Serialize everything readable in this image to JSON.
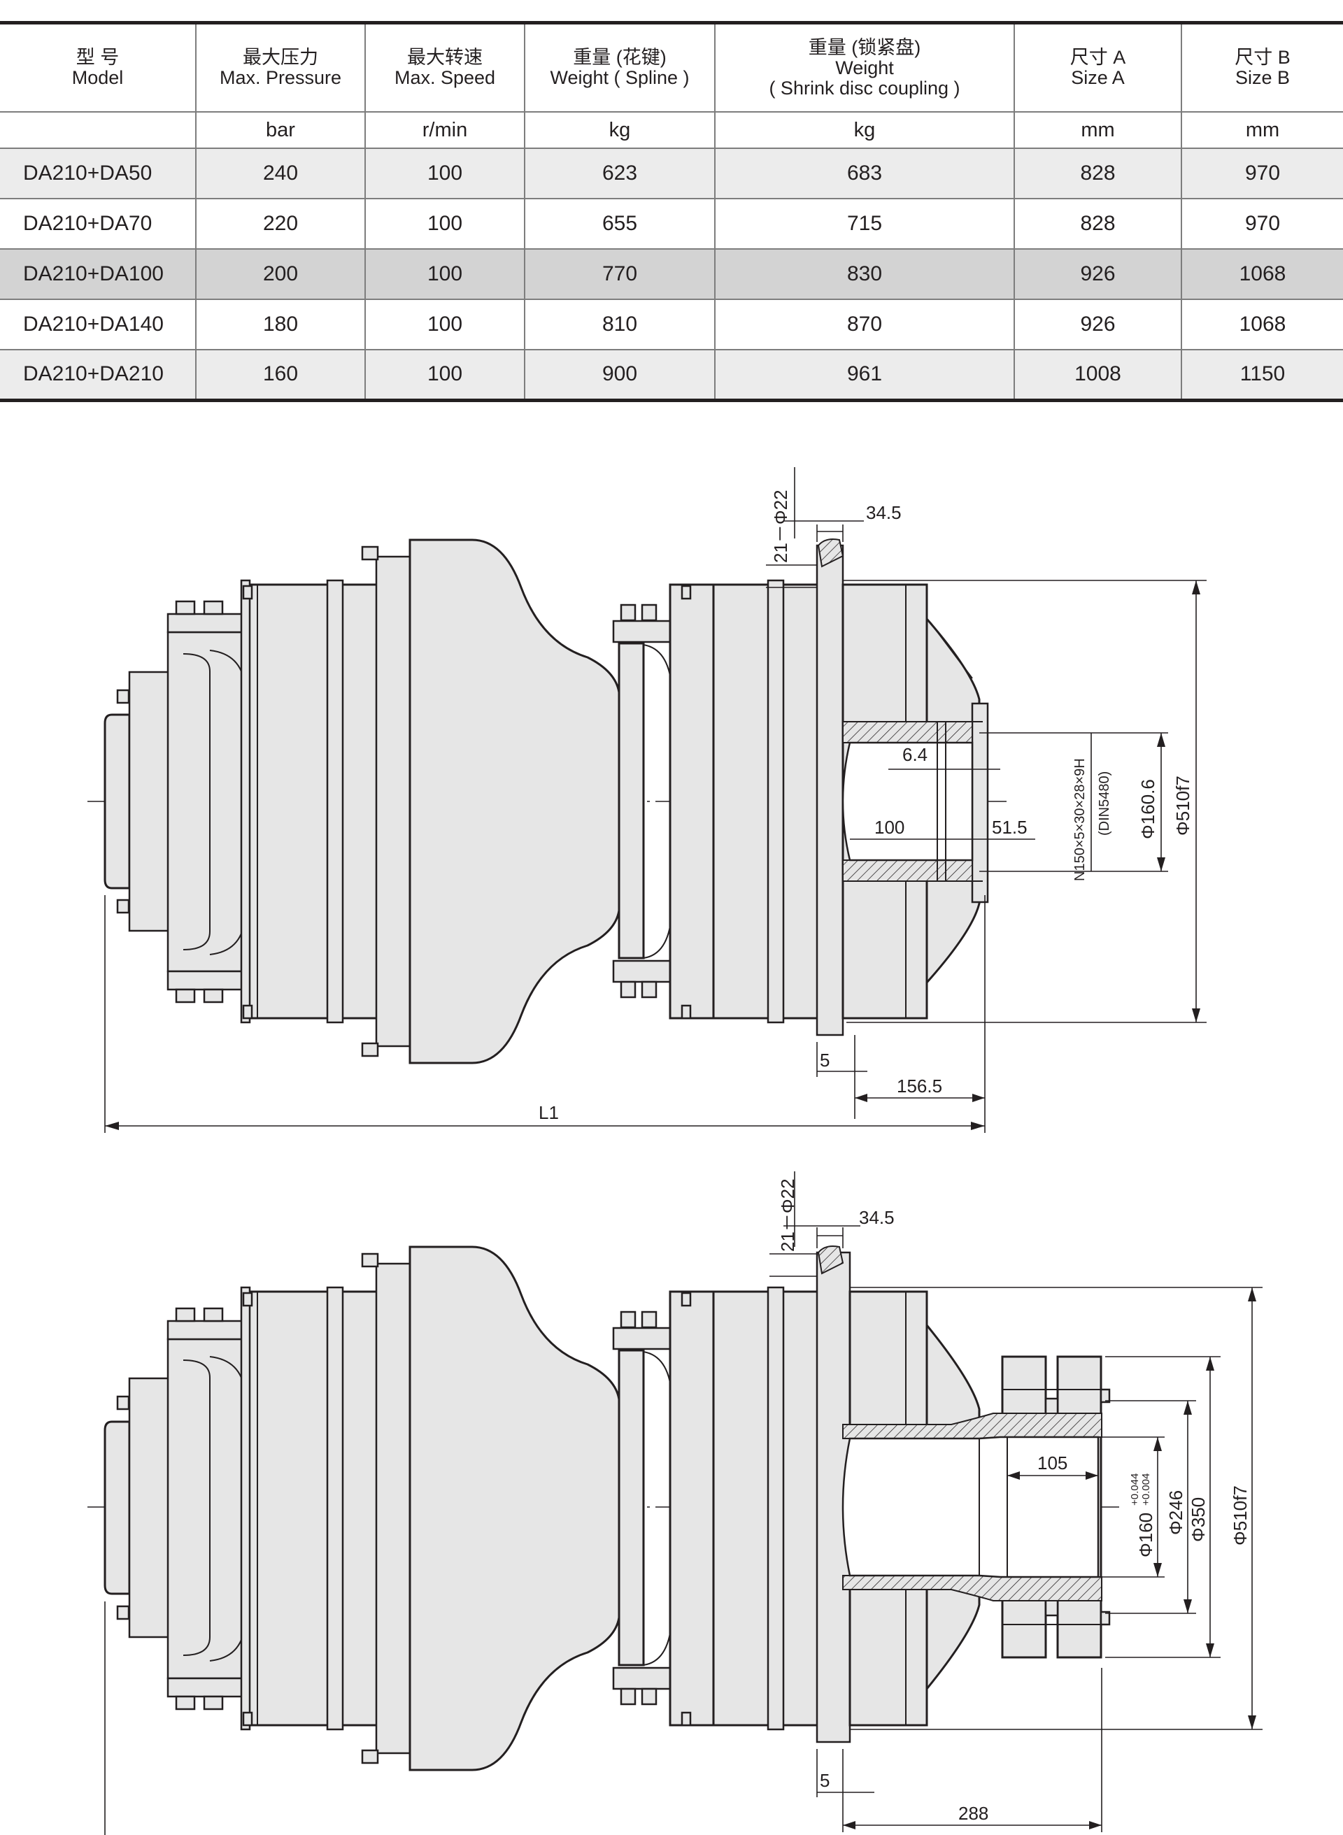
{
  "table": {
    "headers": [
      {
        "cn": "型  号",
        "en": "Model"
      },
      {
        "cn": "最大压力",
        "en": "Max. Pressure"
      },
      {
        "cn": "最大转速",
        "en": "Max. Speed"
      },
      {
        "cn": "重量 (花键)",
        "en": "Weight ( Spline )"
      },
      {
        "cn": "重量 (锁紧盘)",
        "en": "Weight",
        "en2": "( Shrink disc coupling )"
      },
      {
        "cn": "尺寸 A",
        "en": "Size A"
      },
      {
        "cn": "尺寸 B",
        "en": "Size B"
      }
    ],
    "units": [
      "",
      "bar",
      "r/min",
      "kg",
      "kg",
      "mm",
      "mm"
    ],
    "rows": [
      {
        "model": "DA210+DA50",
        "pressure": "240",
        "speed": "100",
        "weight_spline": "623",
        "weight_shrink": "683",
        "size_a": "828",
        "size_b": "970",
        "shade": "light"
      },
      {
        "model": "DA210+DA70",
        "pressure": "220",
        "speed": "100",
        "weight_spline": "655",
        "weight_shrink": "715",
        "size_a": "828",
        "size_b": "970",
        "shade": "white"
      },
      {
        "model": "DA210+DA100",
        "pressure": "200",
        "speed": "100",
        "weight_spline": "770",
        "weight_shrink": "830",
        "size_a": "926",
        "size_b": "1068",
        "shade": "dark"
      },
      {
        "model": "DA210+DA140",
        "pressure": "180",
        "speed": "100",
        "weight_spline": "810",
        "weight_shrink": "870",
        "size_a": "926",
        "size_b": "1068",
        "shade": "white"
      },
      {
        "model": "DA210+DA210",
        "pressure": "160",
        "speed": "100",
        "weight_spline": "900",
        "weight_shrink": "961",
        "size_a": "1008",
        "size_b": "1150",
        "shade": "light"
      }
    ]
  },
  "drawing_spline": {
    "holes": "21－Φ22",
    "flange": "34.5",
    "spline_spec": "N150×5×30×28×9H",
    "spline_std": "(DIN5480)",
    "dia_bore": "Φ160.6",
    "dia_pilot": "Φ510f7",
    "dim_small": "6.4",
    "dim_depth": "100",
    "dim_offset": "51.5",
    "dim_gap": "5",
    "dim_length": "156.5",
    "dim_total": "L1"
  },
  "drawing_shrink": {
    "holes": "21－Φ22",
    "flange": "34.5",
    "dia_bore": "Φ160",
    "tol_upper": "+0.044",
    "tol_lower": "+0.004",
    "dia_ring": "Φ246",
    "dia_disc": "Φ350",
    "dia_pilot": "Φ510f7",
    "dim_depth": "105",
    "dim_gap": "5",
    "dim_length": "288"
  }
}
